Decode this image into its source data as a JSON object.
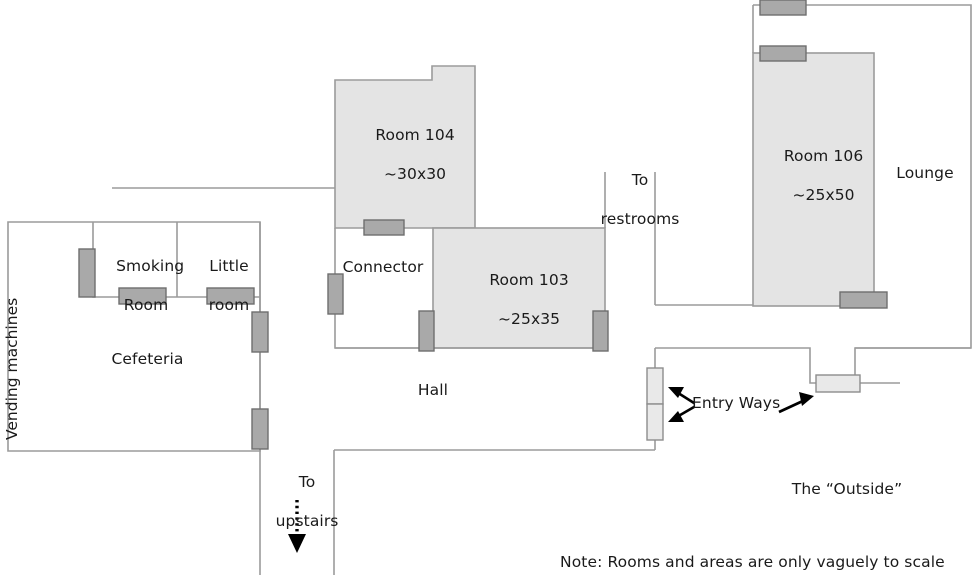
{
  "diagram": {
    "title": "Building floor plan sketch",
    "note": "Note: Rooms and areas are only vaguely to scale",
    "colors": {
      "room_fill": "#e4e4e4",
      "wall_stroke": "#9b9b9b",
      "door_dark_fill": "#a9a9a9",
      "door_dark_stroke": "#6e6e6e",
      "door_light_fill": "#e9e9e9",
      "door_light_stroke": "#8d8d8d",
      "text": "#1a1a1a",
      "arrow": "#000000",
      "background": "#ffffff"
    }
  },
  "rooms": [
    {
      "id": "room104",
      "name": "Room 104",
      "size": "~30x30",
      "filled": true
    },
    {
      "id": "room103",
      "name": "Room 103",
      "size": "~25x35",
      "filled": true
    },
    {
      "id": "room106",
      "name": "Room 106",
      "size": "~25x50",
      "filled": true
    },
    {
      "id": "connector",
      "name": "Connector",
      "size": "",
      "filled": false
    },
    {
      "id": "cefeteria",
      "name": "Cefeteria",
      "size": "",
      "filled": false
    },
    {
      "id": "smoking",
      "name": "Smoking\nRoom",
      "size": "",
      "filled": false
    },
    {
      "id": "little",
      "name": "Little\nroom",
      "size": "",
      "filled": false
    },
    {
      "id": "lounge",
      "name": "Lounge",
      "size": "",
      "filled": false
    },
    {
      "id": "hall",
      "name": "Hall",
      "size": "",
      "filled": false
    },
    {
      "id": "outside",
      "name": "The “Outside”",
      "size": "",
      "filled": false
    }
  ],
  "labels": {
    "room104_name": "Room 104",
    "room104_size": "~30x30",
    "room103_name": "Room 103",
    "room103_size": "~25x35",
    "room106_name": "Room 106",
    "room106_size": "~25x50",
    "connector": "Connector",
    "cefeteria": "Cefeteria",
    "smoking_room": "Smoking\nRoom",
    "little_room": "Little\nroom",
    "lounge": "Lounge",
    "hall": "Hall",
    "outside": "The “Outside”",
    "vending_machines": "Vending machines",
    "to_restrooms": "To\nrestrooms",
    "to_upstairs": "To\nupstairs",
    "entry_ways": "Entry Ways",
    "note": "Note: Rooms and areas are only vaguely to scale"
  },
  "annotations": [
    {
      "id": "to-restrooms",
      "text": "To\nrestrooms",
      "kind": "corridor-label"
    },
    {
      "id": "to-upstairs",
      "text": "To\nupstairs",
      "kind": "dotted-arrow-down"
    },
    {
      "id": "entry-ways",
      "text": "Entry Ways",
      "kind": "double-arrow-callout"
    },
    {
      "id": "scale-note",
      "text": "Note: Rooms and areas are only vaguely to scale",
      "kind": "footnote"
    }
  ],
  "doors": [
    {
      "id": "door-smoking-left",
      "orientation": "vertical",
      "style": "dark"
    },
    {
      "id": "door-smoking-bottom",
      "orientation": "horizontal",
      "style": "dark"
    },
    {
      "id": "door-little-bottom",
      "orientation": "horizontal",
      "style": "dark"
    },
    {
      "id": "door-cefeteria-upper",
      "orientation": "vertical",
      "style": "dark"
    },
    {
      "id": "door-cefeteria-lower",
      "orientation": "vertical",
      "style": "dark"
    },
    {
      "id": "door-room104-south",
      "orientation": "horizontal",
      "style": "dark"
    },
    {
      "id": "door-connector-west",
      "orientation": "vertical",
      "style": "dark"
    },
    {
      "id": "door-room103-west",
      "orientation": "vertical",
      "style": "dark"
    },
    {
      "id": "door-room103-east",
      "orientation": "vertical",
      "style": "dark"
    },
    {
      "id": "door-room106-north",
      "orientation": "horizontal",
      "style": "dark"
    },
    {
      "id": "door-lounge-north",
      "orientation": "horizontal",
      "style": "dark"
    },
    {
      "id": "door-room106-south",
      "orientation": "horizontal",
      "style": "dark"
    },
    {
      "id": "door-entry-upper",
      "orientation": "vertical",
      "style": "light"
    },
    {
      "id": "door-entry-lower",
      "orientation": "vertical",
      "style": "light"
    },
    {
      "id": "door-entry-outside",
      "orientation": "horizontal",
      "style": "light"
    }
  ]
}
